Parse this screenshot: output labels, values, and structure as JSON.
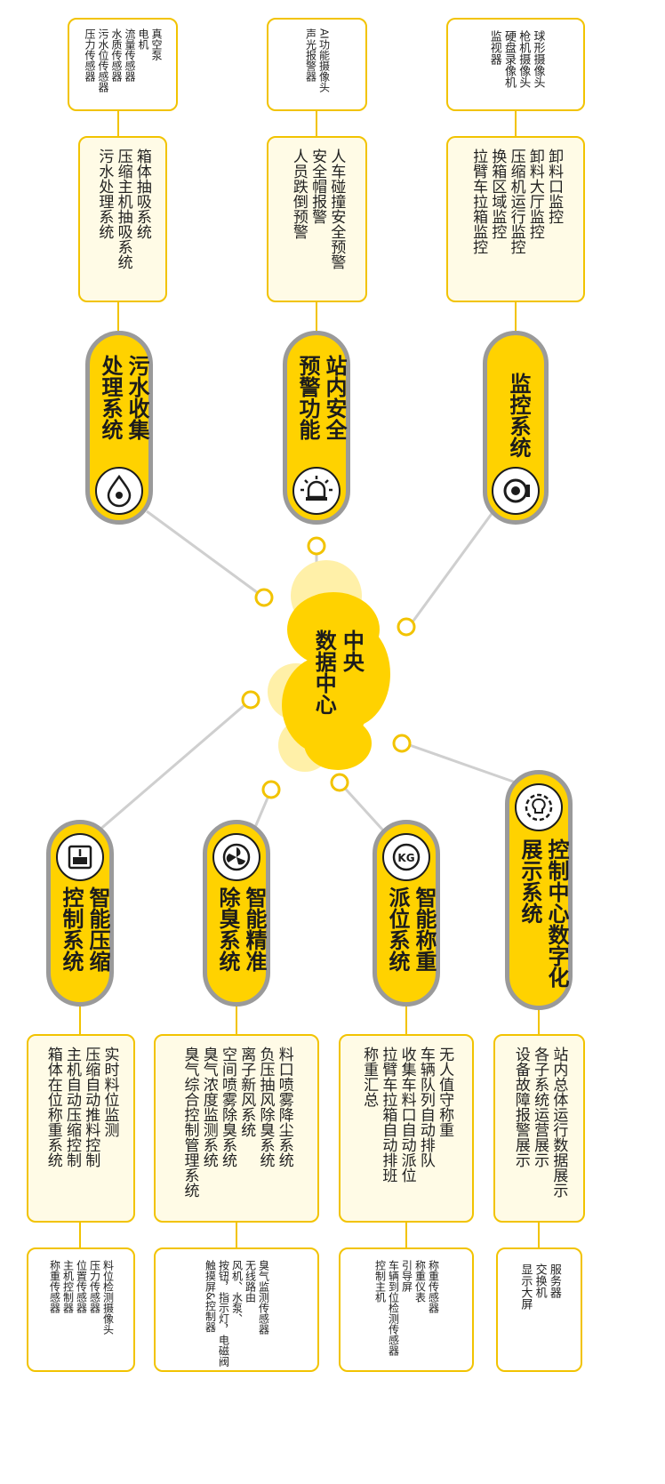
{
  "center": {
    "line1": "中央",
    "line2": "数据中心"
  },
  "branches": {
    "monitoring": {
      "title_lines": [
        "监控系统"
      ],
      "icon": "camera-icon",
      "functions": [
        "卸料口监控",
        "卸料大厅监控",
        "压缩机运行监控",
        "换箱区域监控",
        "拉臂车拉箱监控"
      ],
      "devices": [
        "球形摄像头",
        "枪机摄像头",
        "硬盘录像机",
        "监视器"
      ]
    },
    "safety": {
      "title_lines": [
        "站内安全",
        "预警功能"
      ],
      "icon": "alarm-light-icon",
      "functions": [
        "人车碰撞安全预警",
        "安全帽报警",
        "人员跌倒预警"
      ],
      "devices": [
        "AI功能摄像头",
        "声光报警器"
      ]
    },
    "sewage": {
      "title_lines": [
        "污水收集",
        "处理系统"
      ],
      "icon": "water-drop-icon",
      "functions": [
        "箱体抽吸系统",
        "压缩主机抽吸系统",
        "污水处理系统"
      ],
      "devices": [
        "真空泵",
        "电机",
        "流量传感器",
        "水质传感器",
        "污水位传感器",
        "压力传感器"
      ]
    },
    "control_center": {
      "title_lines": [
        "控制中心数字化",
        "展示系统"
      ],
      "icon": "lightbulb-gear-icon",
      "functions": [
        "站内总体运行数据展示",
        "各子系统运营展示",
        "设备故障报警展示"
      ],
      "devices": [
        "服务器",
        "交换机",
        "显示大屏"
      ]
    },
    "weighing": {
      "title_lines": [
        "智能称重",
        "派位系统"
      ],
      "icon": "scale-kg-icon",
      "functions": [
        "无人值守称重",
        "车辆队列自动排队",
        "收集车料口自动派位",
        "拉臂车拉箱自动排班",
        "称重汇总"
      ],
      "devices": [
        "称重传感器",
        "称重仪表",
        "引导屏",
        "车辆到位检测传感器",
        "控制主机"
      ]
    },
    "deodor": {
      "title_lines": [
        "智能精准",
        "除臭系统"
      ],
      "icon": "fan-icon",
      "functions": [
        "料口喷雾降尘系统",
        "负压抽风除臭系统",
        "离子新风系统",
        "空间喷雾除臭系统",
        "臭气浓度监测系统",
        "臭气综合控制管理系统"
      ],
      "devices": [
        "臭气监测传感器",
        "无线路由",
        "风机、水泵、",
        "按钮，指示灯，电磁阀",
        "触摸屏&控制器"
      ]
    },
    "compression": {
      "title_lines": [
        "智能压缩",
        "控制系统"
      ],
      "icon": "compressor-icon",
      "functions": [
        "实时料位监测",
        "压缩自动推料控制",
        "主机自动压缩控制",
        "箱体在位称重系统"
      ],
      "devices": [
        "料位检测摄像头",
        "压力传感器",
        "位置传感器",
        "主机控制器",
        "称重传感器"
      ]
    }
  },
  "colors": {
    "accent": "#ffd200",
    "border": "#f2c300",
    "light_fill": "#fffbe6",
    "pill_border": "#9a9a9a",
    "line": "#cfcfcf"
  }
}
